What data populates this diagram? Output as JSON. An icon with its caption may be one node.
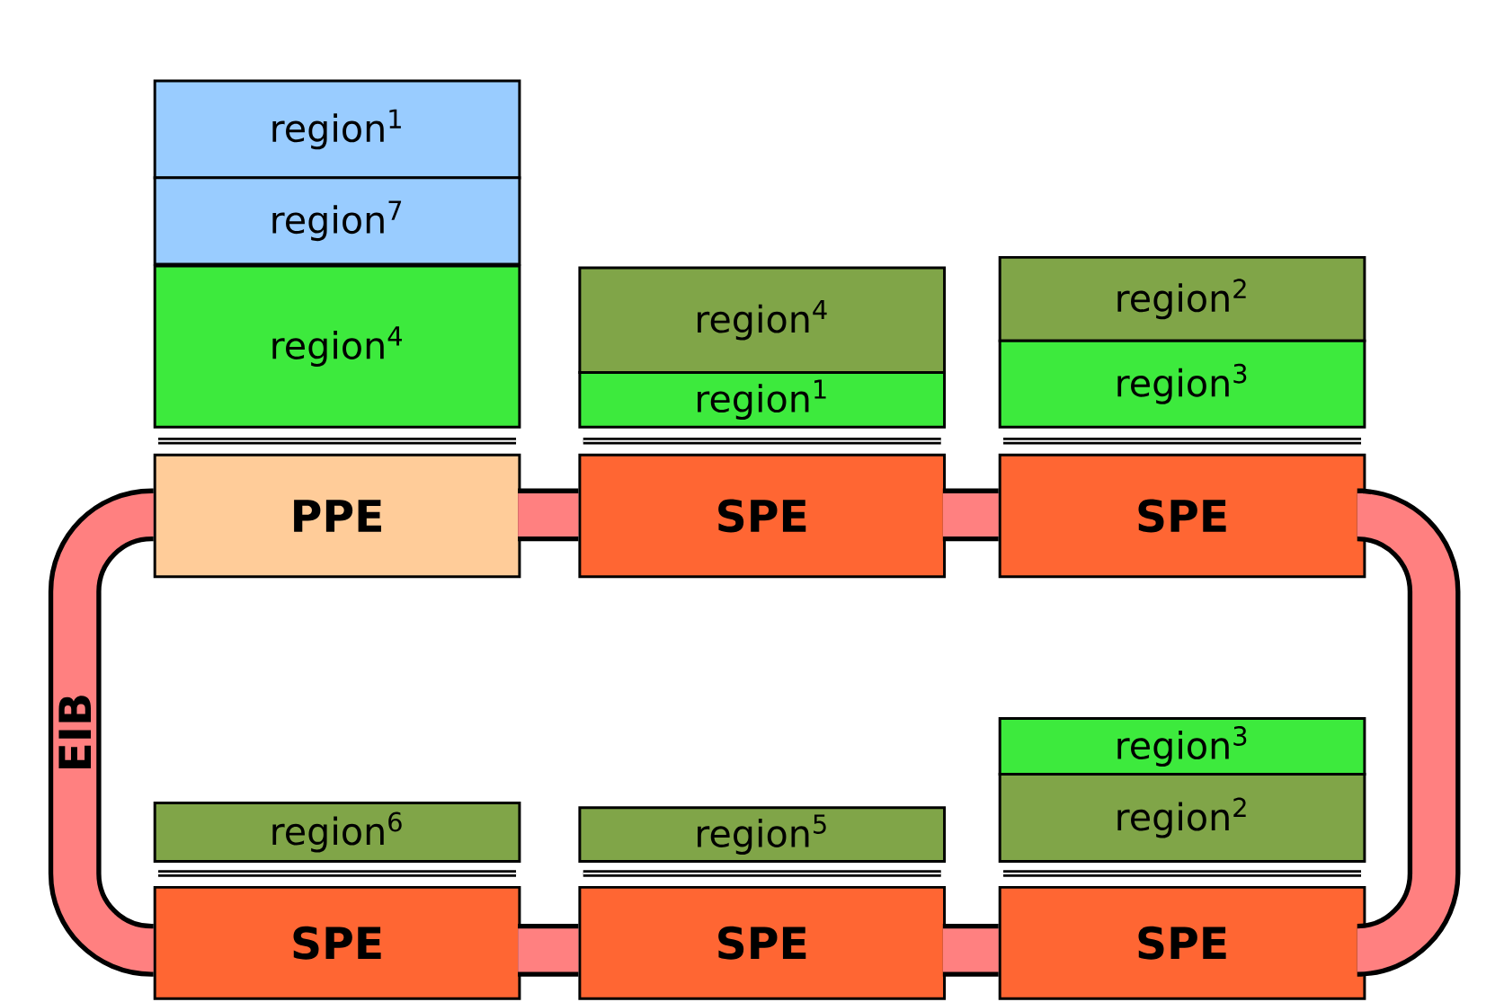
{
  "diagram": {
    "nodes": [
      {
        "text": [
          "region$^{1}$"
        ]
      },
      {
        "text": [
          "region$^{7}$"
        ]
      },
      {
        "text": [
          "region$^{4}$"
        ]
      },
      {
        "text": [
          "region$^{4}$"
        ]
      },
      {
        "text": [
          "region$^{1}$"
        ]
      },
      {
        "text": [
          "region$^{2}$"
        ]
      },
      {
        "text": [
          "region$^{3}$"
        ]
      },
      {
        "text": [
          "PPE"
        ]
      },
      {
        "text": [
          "SPE"
        ]
      },
      {
        "text": [
          "SPE"
        ]
      },
      {
        "text": [
          "region$^{6}$"
        ]
      },
      {
        "text": [
          "region$^{5}$"
        ]
      },
      {
        "text": [
          "region$^{3}$"
        ]
      },
      {
        "text": [
          "region$^{2}$"
        ]
      },
      {
        "text": [
          "SPE"
        ]
      },
      {
        "text": [
          "SPE"
        ]
      },
      {
        "text": [
          "SPE"
        ]
      }
    ],
    "edges": [
      {
        "from": 7,
        "to": 8,
        "arrow": "none"
      },
      {
        "from": 8,
        "to": 9,
        "arrow": "none"
      },
      {
        "from": 9,
        "to": 16,
        "arrow": "none"
      },
      {
        "from": 16,
        "to": 15,
        "arrow": "none"
      },
      {
        "from": 15,
        "to": 14,
        "arrow": "none"
      },
      {
        "from": 14,
        "to": 7,
        "arrow": "none",
        "label": "EIB"
      }
    ]
  }
}
